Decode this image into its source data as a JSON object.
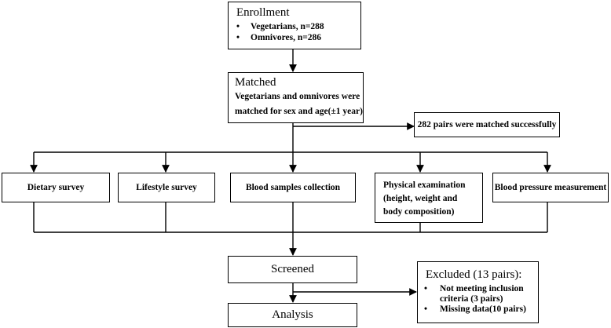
{
  "enrollment": {
    "title": "Enrollment",
    "items": [
      "Vegetarians, n=288",
      "Omnivores, n=286"
    ]
  },
  "matched": {
    "title": "Matched",
    "desc_line1": "Vegetarians and omnivores were",
    "desc_line2": "matched for sex and age(±1 year)"
  },
  "pairs_matched": "282 pairs were matched successfully",
  "surveys": {
    "dietary": "Dietary survey",
    "lifestyle": "Lifestyle survey",
    "blood_samples": "Blood samples collection",
    "physical_line1": "Physical examination",
    "physical_line2": "(height, weight and",
    "physical_line3": "body composition)",
    "blood_pressure": "Blood pressure measurement"
  },
  "screened": "Screened",
  "excluded": {
    "title": "Excluded (13 pairs):",
    "item1_line1": "Not meeting inclusion",
    "item1_line2": "criteria (3 pairs)",
    "item2": "Missing data(10 pairs)"
  },
  "analysis": "Analysis"
}
